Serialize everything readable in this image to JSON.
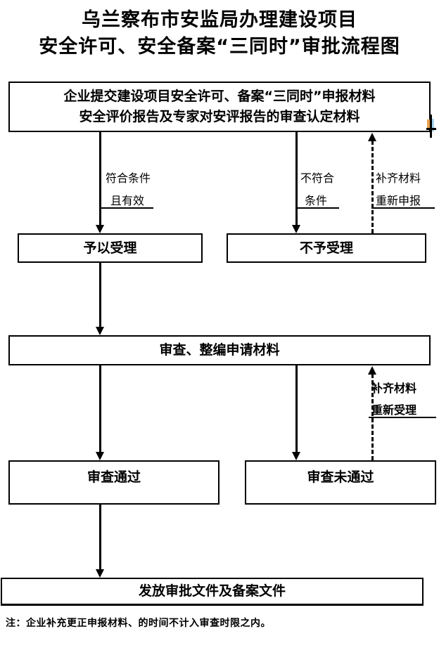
{
  "title": {
    "line1": "乌兰察布市安监局办理建设项目",
    "line2": "安全许可、安全备案“三同时”审批流程图"
  },
  "boxes": {
    "submit": {
      "line1": "企业提交建设项目安全许可、备案“三同时”申报材料",
      "line2": "安全评价报告及专家对安评报告的审查认定材料"
    },
    "accept": "予以受理",
    "reject": "不予受理",
    "review": "审查、整编申请材料",
    "pass": "审查通过",
    "fail": "审查未通过",
    "issue": "发放审批文件及备案文件"
  },
  "labels": {
    "eligible": {
      "line1": "符合条件",
      "line2": "且有效"
    },
    "ineligible": {
      "line1": "不符合",
      "line2": "条件"
    },
    "resubmit": {
      "line1": "补齐材料",
      "line2": "重新申报"
    },
    "reaccept": {
      "line1": "补齐材料",
      "line2": "重新受理"
    }
  },
  "note": "注：企业补充更正申报材料、的时间不计入审查时限之内。",
  "colors": {
    "line": "#000000",
    "background": "#ffffff",
    "artifact_orange": "#e8a04a",
    "artifact_blue": "#a8d4f0"
  }
}
